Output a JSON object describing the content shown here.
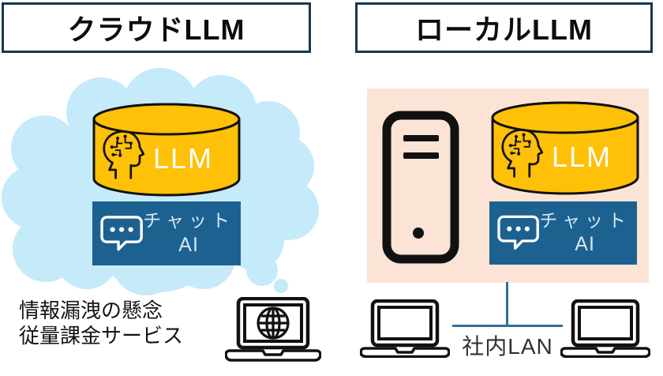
{
  "left": {
    "title": "クラウドLLM",
    "llm_label": "LLM",
    "chat_line1": "チャット",
    "chat_line2": "AI",
    "concerns": [
      "情報漏洩の懸念",
      "従量課金サービス"
    ]
  },
  "right": {
    "title": "ローカルLLM",
    "llm_label": "LLM",
    "chat_line1": "チャット",
    "chat_line2": "AI",
    "lan_label": "社内LAN"
  },
  "icons": {
    "brain_circuit": "brain-circuit-icon",
    "chat_bubble": "chat-bubble-icon",
    "tower_pc": "tower-pc-icon",
    "laptop_globe": "laptop-globe-icon",
    "laptop": "laptop-icon",
    "thought_cloud": "thought-cloud-shape"
  },
  "colors": {
    "title_border": "#16384e",
    "cloud_blue": "#c5eafa",
    "cylinder_gold": "#ffc008",
    "chat_box_teal": "#1d6190",
    "chat_text": "#d4e6f4",
    "panel_peach": "#fbe4d5",
    "lan_line": "#2e7296",
    "icon_black": "#111111"
  }
}
